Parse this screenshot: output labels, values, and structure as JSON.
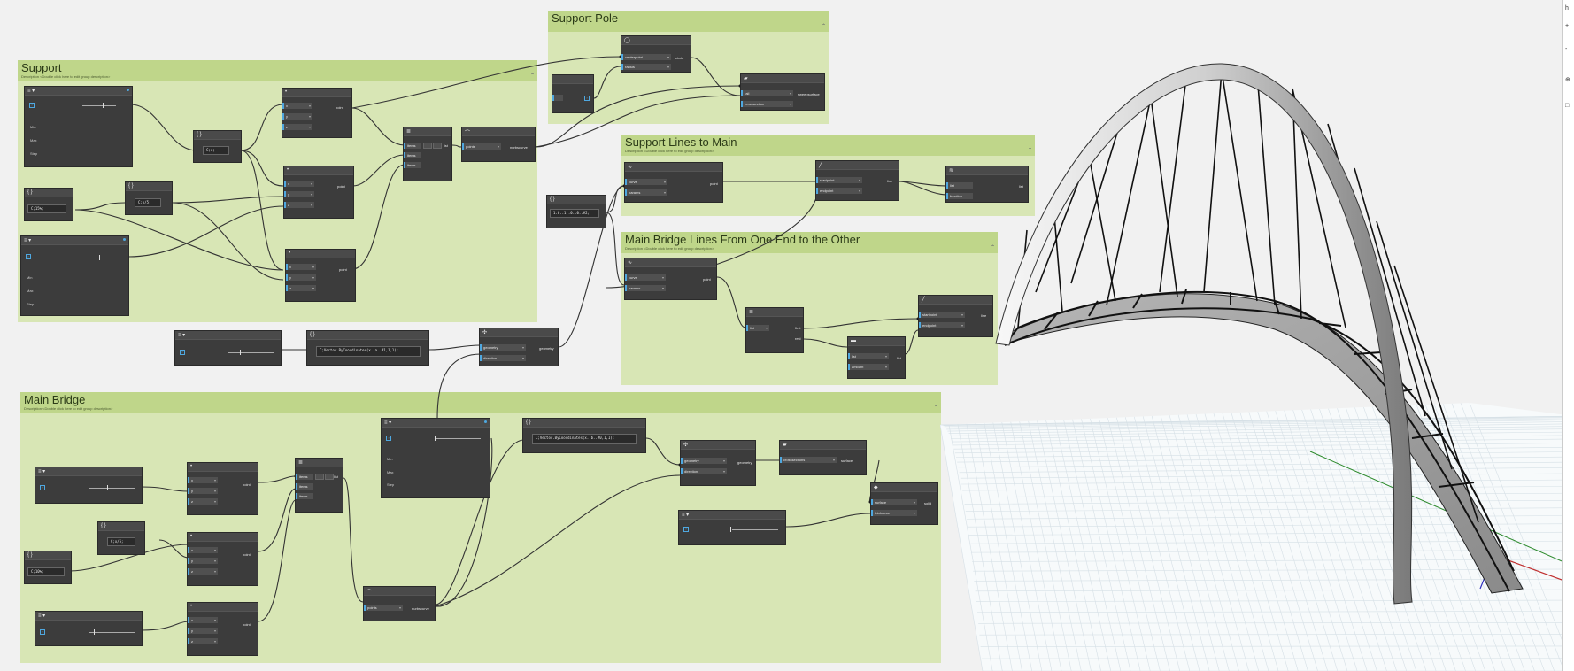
{
  "groups": {
    "support": {
      "title": "Support",
      "desc": "Description <Double click here to edit group description>"
    },
    "pole": {
      "title": "Support Pole",
      "desc": ""
    },
    "lines_to_main": {
      "title": "Support Lines to Main",
      "desc": "Description <Double click here to edit group description>"
    },
    "main_lines": {
      "title": "Main Bridge Lines From One End to the Other",
      "desc": "Description <Double click here to edit group description>"
    },
    "main_bridge": {
      "title": "Main Bridge",
      "desc": "Description <Double click here to edit group description>"
    }
  },
  "slider": {
    "min": "Min",
    "max": "Max",
    "step": "Step"
  },
  "code": {
    "c1": "C;x;",
    "c2": "C;15%;",
    "c3": "C;x/5;",
    "c4": "C;Vector.ByCoordinates(x..a..#1,1,1);",
    "c5": "1.0..1..0..0..#2;",
    "c6": "C;Vector.ByCoordinates(x..b..#0,1,1);",
    "c7": "C;x/5;",
    "c8": "C;10%;"
  },
  "ports": {
    "x": "x",
    "y": "y",
    "z": "z",
    "items": "items",
    "list": "list",
    "points": "points",
    "nurbscurve": "nurbscurve",
    "centerpoint": "centerpoint",
    "radius": "radius",
    "circle": "circle",
    "rail": "rail",
    "crosssection": "crosssection",
    "sweepsurface": "sweepsurface",
    "curve": "curve",
    "params": "params",
    "point": "point",
    "startpoint": "startpoint",
    "endpoint": "endpoint",
    "line": "line",
    "function": "function",
    "first": "first",
    "rest": "rest",
    "amount": "amount",
    "geometry": "geometry",
    "direction": "direction",
    "crosssections": "crosssections",
    "surface": "surface",
    "thickness": "thickness",
    "solid": "solid"
  },
  "edge_icons": [
    "h",
    "+",
    "-",
    "⊕",
    "□"
  ],
  "colors": {
    "group_fill": "#d8e6b5",
    "group_header": "#bfd68a",
    "node": "#3c3c3c",
    "wire": "#333333",
    "port_accent": "#4fa8e0",
    "grid": "#d6e0e6"
  }
}
